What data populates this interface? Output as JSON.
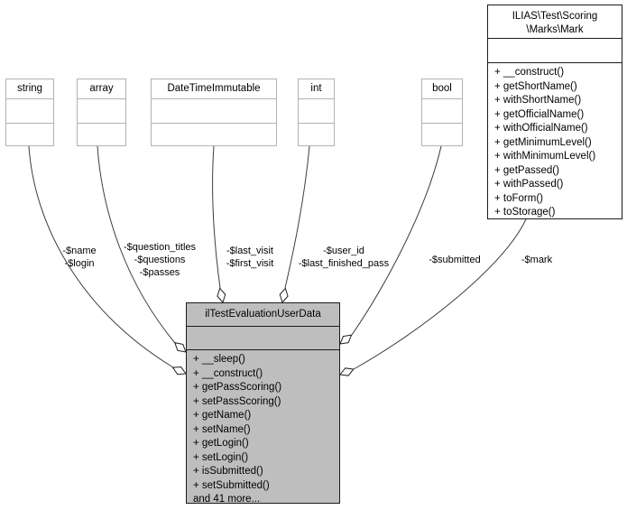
{
  "diagram_type": "uml-collaboration",
  "colors": {
    "main_class_fill": "#bebebe",
    "external_box_border": "#b2b2b2",
    "class_border": "#1c1c1c",
    "edge": "#3d3d3d",
    "background": "#ffffff"
  },
  "type_boxes": [
    {
      "label": "string"
    },
    {
      "label": "array"
    },
    {
      "label": "DateTimeImmutable"
    },
    {
      "label": "int"
    },
    {
      "label": "bool"
    }
  ],
  "mark_class": {
    "title_lines": [
      "ILIAS\\Test\\Scoring",
      "\\Marks\\Mark"
    ],
    "methods": [
      "+ __construct()",
      "+ getShortName()",
      "+ withShortName()",
      "+ getOfficialName()",
      "+ withOfficialName()",
      "+ getMinimumLevel()",
      "+ withMinimumLevel()",
      "+ getPassed()",
      "+ withPassed()",
      "+ toForm()",
      "+ toStorage()"
    ]
  },
  "main_class": {
    "title": "ilTestEvaluationUserData",
    "methods": [
      "+ __sleep()",
      "+ __construct()",
      "+ getPassScoring()",
      "+ setPassScoring()",
      "+ getName()",
      "+ setName()",
      "+ getLogin()",
      "+ setLogin()",
      "+ isSubmitted()",
      "+ setSubmitted()"
    ],
    "more_label": "and 41 more..."
  },
  "edges": [
    {
      "from": "string",
      "labels": [
        "-$name",
        "-$login"
      ]
    },
    {
      "from": "array",
      "labels": [
        "-$question_titles",
        "-$questions",
        "-$passes"
      ]
    },
    {
      "from": "DateTimeImmutable",
      "labels": [
        "-$last_visit",
        "-$first_visit"
      ]
    },
    {
      "from": "int",
      "labels": [
        "-$user_id",
        "-$last_finished_pass"
      ]
    },
    {
      "from": "bool",
      "labels": [
        "-$submitted"
      ]
    },
    {
      "from": "ILIAS\\Test\\Scoring\\Marks\\Mark",
      "labels": [
        "-$mark"
      ]
    }
  ]
}
